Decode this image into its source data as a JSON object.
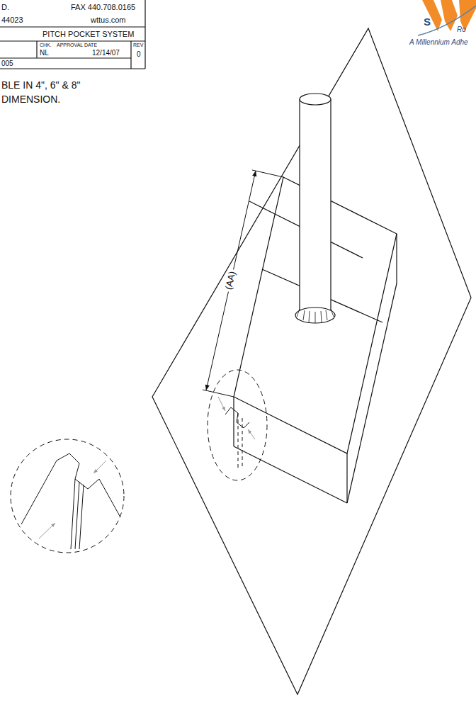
{
  "diagram": {
    "labels": [
      "D.",
      "FAX 440.708.0165",
      "44023",
      "wttus.com",
      "PITCH POCKET SYSTEM",
      "CHK.",
      "APPROVAL DATE",
      "NL",
      "12/14/07",
      "REV",
      "0",
      "005",
      "BLE IN 4\", 6\" & 8\"",
      "DIMENSION.",
      "(AA)",
      "S",
      "Ro",
      "A Millennium Adhe"
    ]
  }
}
